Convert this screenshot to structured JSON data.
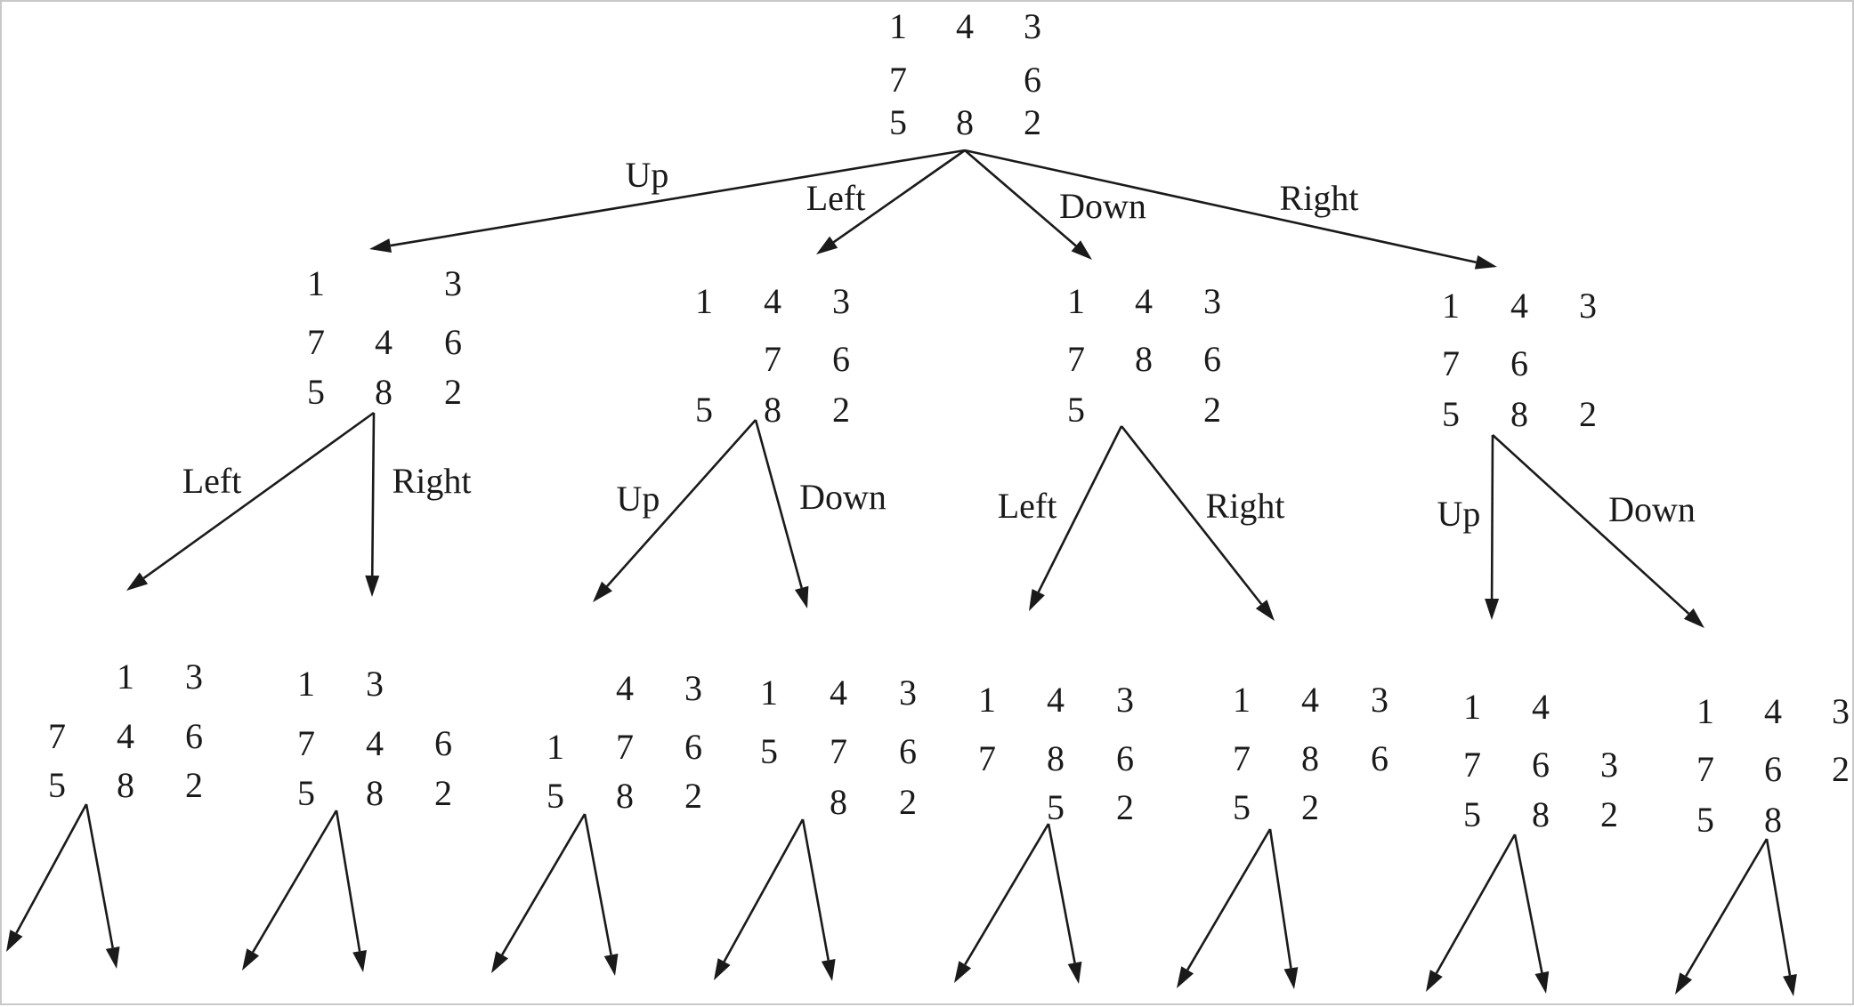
{
  "tree": {
    "root": [
      [
        "1",
        "4",
        "3"
      ],
      [
        "7",
        "",
        "6"
      ],
      [
        "5",
        "8",
        "2"
      ]
    ],
    "level1": [
      {
        "move": "Up",
        "board": [
          [
            "1",
            "",
            "3"
          ],
          [
            "7",
            "4",
            "6"
          ],
          [
            "5",
            "8",
            "2"
          ]
        ]
      },
      {
        "move": "Left",
        "board": [
          [
            "1",
            "4",
            "3"
          ],
          [
            "",
            "7",
            "6"
          ],
          [
            "5",
            "8",
            "2"
          ]
        ]
      },
      {
        "move": "Down",
        "board": [
          [
            "1",
            "4",
            "3"
          ],
          [
            "7",
            "8",
            "6"
          ],
          [
            "5",
            "",
            "2"
          ]
        ]
      },
      {
        "move": "Right",
        "board": [
          [
            "1",
            "4",
            "3"
          ],
          [
            "7",
            "6",
            ""
          ],
          [
            "5",
            "8",
            "2"
          ]
        ]
      }
    ],
    "level2": [
      {
        "move": "Left",
        "board": [
          [
            "",
            "1",
            "3"
          ],
          [
            "7",
            "4",
            "6"
          ],
          [
            "5",
            "8",
            "2"
          ]
        ]
      },
      {
        "move": "Right",
        "board": [
          [
            "1",
            "3",
            ""
          ],
          [
            "7",
            "4",
            "6"
          ],
          [
            "5",
            "8",
            "2"
          ]
        ]
      },
      {
        "move": "Up",
        "board": [
          [
            "",
            "4",
            "3"
          ],
          [
            "1",
            "7",
            "6"
          ],
          [
            "5",
            "8",
            "2"
          ]
        ]
      },
      {
        "move": "Down",
        "board": [
          [
            "1",
            "4",
            "3"
          ],
          [
            "5",
            "7",
            "6"
          ],
          [
            "",
            "8",
            "2"
          ]
        ]
      },
      {
        "move": "Left",
        "board": [
          [
            "1",
            "4",
            "3"
          ],
          [
            "7",
            "8",
            "6"
          ],
          [
            "",
            "5",
            "2"
          ]
        ]
      },
      {
        "move": "Right",
        "board": [
          [
            "1",
            "4",
            "3"
          ],
          [
            "7",
            "8",
            "6"
          ],
          [
            "5",
            "2",
            ""
          ]
        ]
      },
      {
        "move": "Up",
        "board": [
          [
            "1",
            "4",
            ""
          ],
          [
            "7",
            "6",
            "3"
          ],
          [
            "5",
            "8",
            "2"
          ]
        ]
      },
      {
        "move": "Down",
        "board": [
          [
            "1",
            "4",
            "3"
          ],
          [
            "7",
            "6",
            "2"
          ],
          [
            "5",
            "8",
            ""
          ]
        ]
      }
    ]
  }
}
